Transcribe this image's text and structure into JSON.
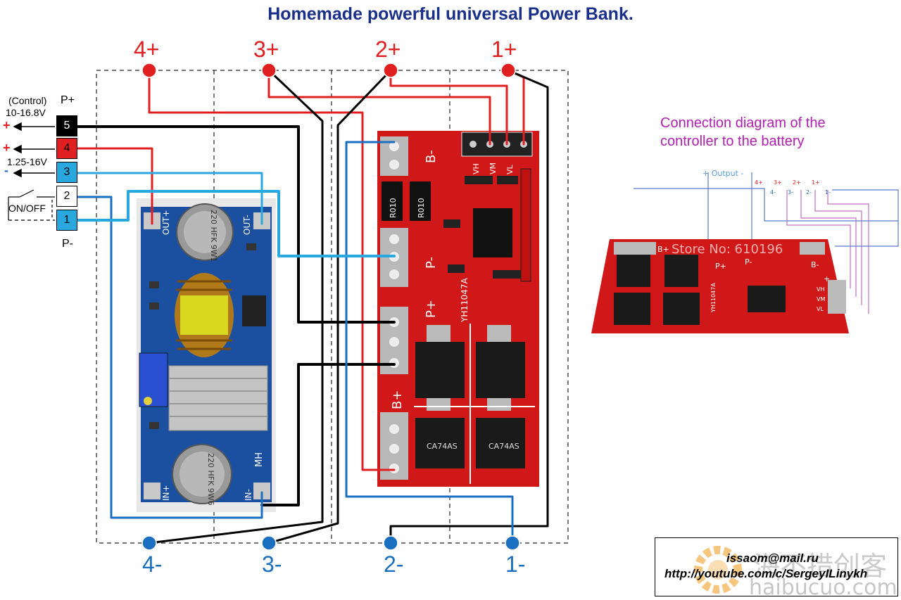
{
  "title": "Homemade powerful universal Power Bank.",
  "cells": {
    "plus": [
      "4+",
      "3+",
      "2+",
      "1+"
    ],
    "minus": [
      "4-",
      "3-",
      "2-",
      "1-"
    ]
  },
  "connector": {
    "top_label": "P+",
    "bottom_label": "P-",
    "pins": [
      "5",
      "4",
      "3",
      "2",
      "1"
    ],
    "control_label": "(Control)",
    "control_range": "10-16.8V",
    "output_range": "1.25-16V",
    "switch_label": "ON/OFF",
    "plus_sign": "+",
    "minus_sign": "-"
  },
  "buck_board": {
    "out_plus": "OUT+",
    "out_minus": "OUT-",
    "in_plus": "IN+",
    "in_minus": "IN-",
    "cap_top": "220 HFK 9W1",
    "cap_bottom": "220 HFK 9W6",
    "mark": "MH"
  },
  "bms_board": {
    "b_minus": "B-",
    "p_minus": "P-",
    "p_plus": "P+",
    "b_plus": "B+",
    "model": "YH11047A",
    "vh": "VH",
    "vm": "VM",
    "vl": "VL",
    "resistor": "R010",
    "mosfet": "CA74AS"
  },
  "connection_diagram": {
    "caption_line1": "Connection diagram of the",
    "caption_line2": "controller to the battery",
    "output_label": "+ Output -",
    "cells": [
      "4+",
      "4-",
      "3+",
      "3-",
      "2+",
      "2-",
      "1+",
      "1-"
    ],
    "board_b_plus": "B+",
    "board_p_plus": "P+",
    "board_p_minus": "P-",
    "board_b_minus": "B-",
    "board_model": "YH11047A",
    "board_plus": "+",
    "board_vh": "VH",
    "board_vm": "VM",
    "board_vl": "VL",
    "store_watermark": "Store No: 610196"
  },
  "contact": {
    "email": "issaom@mail.ru",
    "youtube": "http://youtube.com/c/SergeyILinykh"
  },
  "watermark": {
    "cn": "海不措创客",
    "en": "haibucuo.com"
  },
  "colors": {
    "red_wire": "#e02020",
    "blue_wire": "#1a6fc0",
    "light_blue_wire": "#29a8e0",
    "black_wire": "#000000",
    "title": "#1a2f8a",
    "caption": "#b020b0",
    "pcb_red": "#d01818",
    "pcb_blue": "#1b4fa0"
  }
}
